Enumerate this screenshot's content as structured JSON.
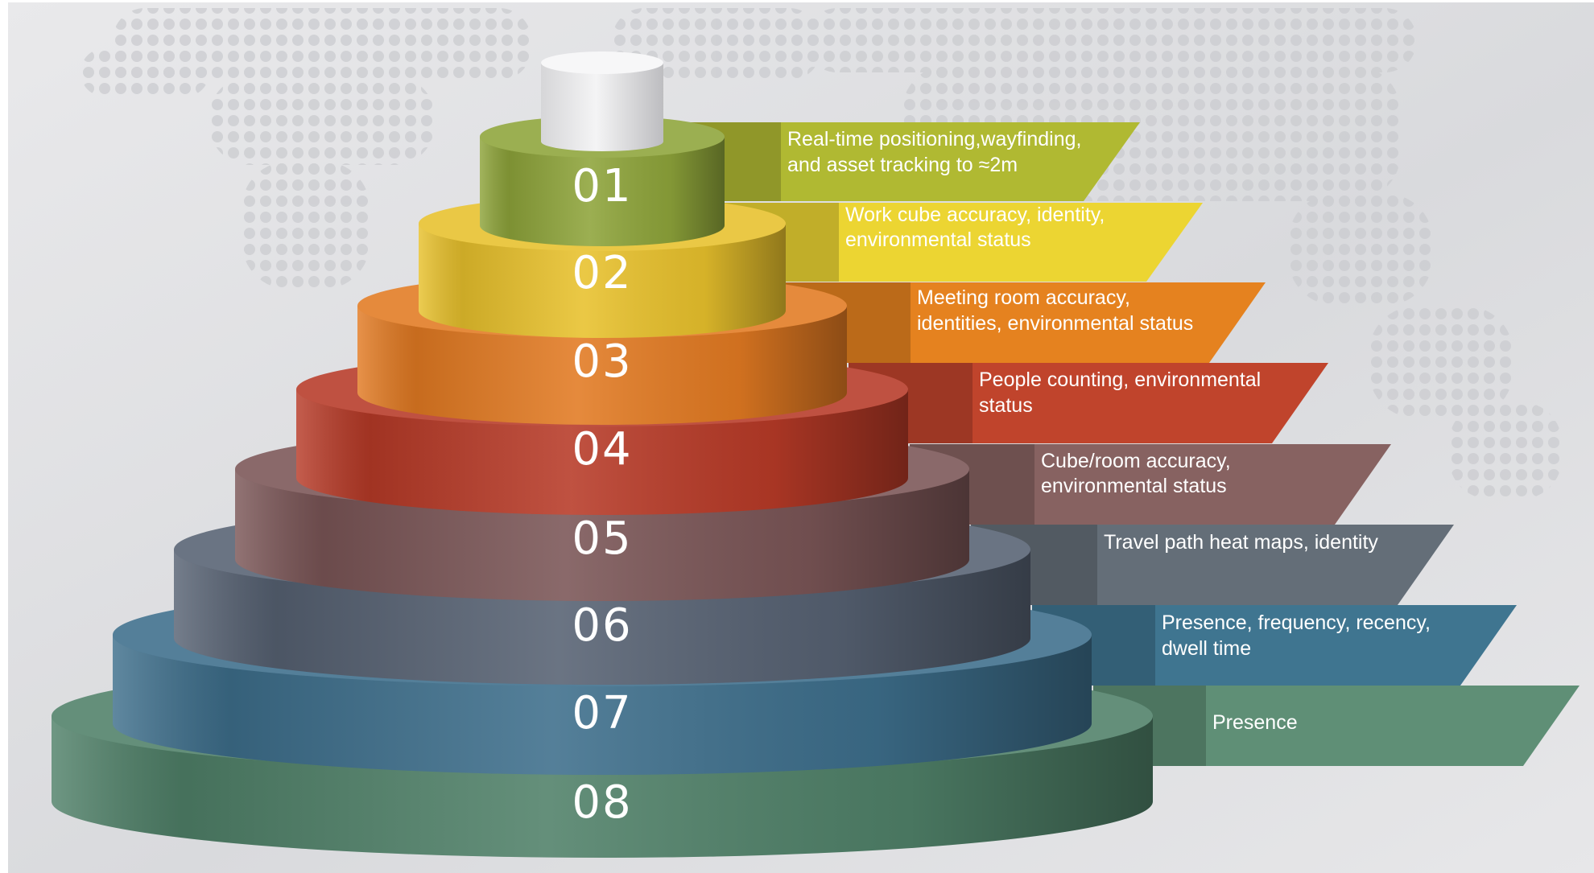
{
  "tiers": [
    {
      "number": "01",
      "lines": [
        "Real-time  positioning,wayfinding,",
        "and asset tracking to ≈2m"
      ],
      "color": "#8ea43a",
      "band_color": "#b0b932"
    },
    {
      "number": "02",
      "lines": [
        "Work cube accuracy, identity,",
        "environmental  status"
      ],
      "color": "#e8c12c",
      "band_color": "#ecd532"
    },
    {
      "number": "03",
      "lines": [
        "Meeting room accuracy,",
        "identities, environmental  status"
      ],
      "color": "#e27a22",
      "band_color": "#e5821f"
    },
    {
      "number": "04",
      "lines": [
        "People counting, environmental",
        "status"
      ],
      "color": "#b73a27",
      "band_color": "#c0442c"
    },
    {
      "number": "05",
      "lines": [
        "Cube/room accuracy,",
        "environmental  status"
      ],
      "color": "#7a5556",
      "band_color": "#876261"
    },
    {
      "number": "06",
      "lines": [
        "Travel  path heat maps, identity"
      ],
      "color": "#566172",
      "band_color": "#646e78"
    },
    {
      "number": "07",
      "lines": [
        "Presence, frequency,  recency,",
        "dwell time"
      ],
      "color": "#3d6e8b",
      "band_color": "#3f7590"
    },
    {
      "number": "08",
      "lines": [
        "Presence"
      ],
      "color": "#4f8068",
      "band_color": "#5f8f76"
    }
  ]
}
